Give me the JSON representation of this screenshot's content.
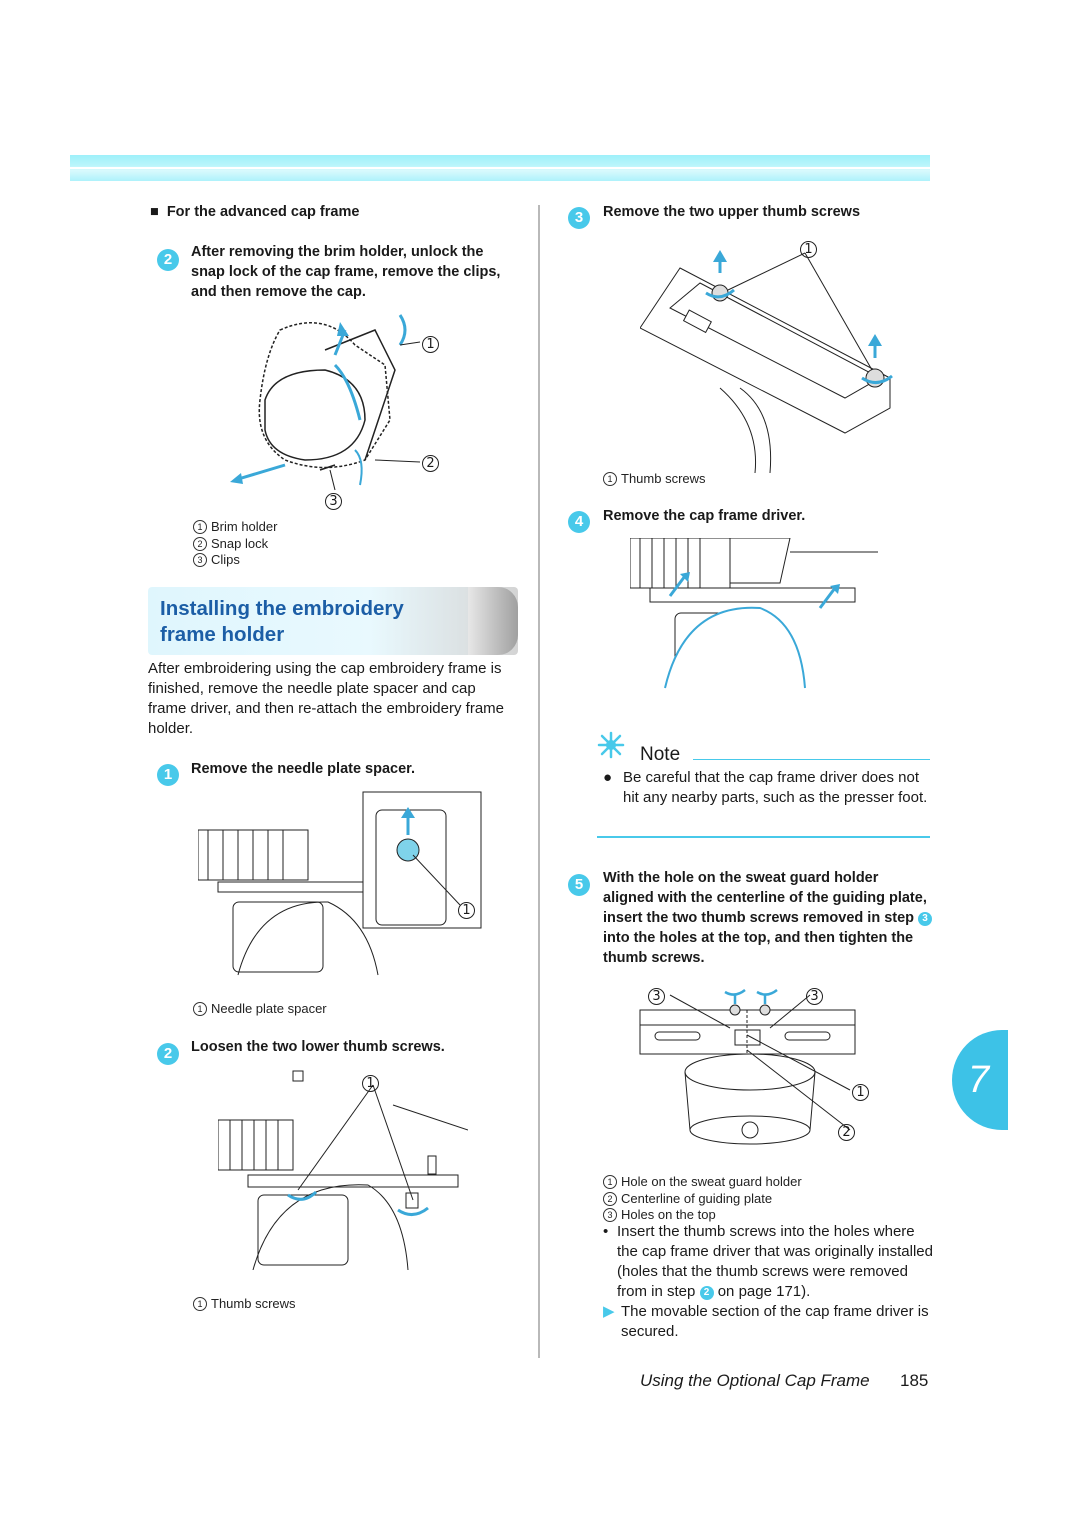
{
  "left": {
    "subhead": "For the advanced cap frame",
    "step_a": {
      "num": "2",
      "text": "After removing the brim holder, unlock the snap lock of the cap frame, remove the clips, and then remove the cap."
    },
    "fig1_labels": {
      "n1": "1",
      "n2": "2",
      "n3": "3"
    },
    "fig1_captions": [
      {
        "num": "1",
        "text": "Brim holder"
      },
      {
        "num": "2",
        "text": "Snap lock"
      },
      {
        "num": "3",
        "text": "Clips"
      }
    ],
    "section_title_line1": "Installing the embroidery",
    "section_title_line2": "frame holder",
    "intro": "After embroidering using the cap embroidery frame is finished, remove the needle plate spacer and cap frame driver, and then re-attach the embroidery frame holder.",
    "step1": {
      "num": "1",
      "text": "Remove the needle plate spacer."
    },
    "fig2_label": "1",
    "fig2_caption": {
      "num": "1",
      "text": "Needle plate spacer"
    },
    "step2": {
      "num": "2",
      "text": "Loosen the two lower thumb screws."
    },
    "fig3_label": "1",
    "fig3_caption": {
      "num": "1",
      "text": "Thumb screws"
    }
  },
  "right": {
    "step3": {
      "num": "3",
      "text": "Remove the two upper thumb screws"
    },
    "fig4_label": "1",
    "fig4_caption": {
      "num": "1",
      "text": "Thumb screws"
    },
    "step4": {
      "num": "4",
      "text": "Remove the cap frame driver."
    },
    "note": {
      "title": "Note",
      "text": "Be careful that the cap frame driver does not hit any nearby parts, such as the presser foot."
    },
    "step5": {
      "num": "5",
      "text_part1": "With the hole on the sweat guard holder aligned with the centerline of the guiding plate, insert the two thumb screws removed in step",
      "ref_num": "3",
      "text_part2": "into the holes at the top, and then tighten the thumb screws."
    },
    "fig6_labels": {
      "n3a": "3",
      "n3b": "3",
      "n1": "1",
      "n2": "2"
    },
    "fig6_captions": [
      {
        "num": "1",
        "text": "Hole on the sweat guard holder"
      },
      {
        "num": "2",
        "text": "Centerline of guiding plate"
      },
      {
        "num": "3",
        "text": "Holes on the top"
      }
    ],
    "bullet": {
      "text_part1": "Insert the thumb screws into the holes where the cap frame driver that was originally installed (holes that the thumb screws were removed from in step",
      "ref_num": "2",
      "text_part2": "on page 171)."
    },
    "result": "The movable section of the cap frame driver is secured."
  },
  "footer": {
    "title": "Using the Optional Cap Frame",
    "page": "185"
  },
  "chapter_tab": "7",
  "colors": {
    "accent": "#48c9ea",
    "title_blue": "#1c5ea6",
    "arrow_blue": "#3aa8d8"
  }
}
